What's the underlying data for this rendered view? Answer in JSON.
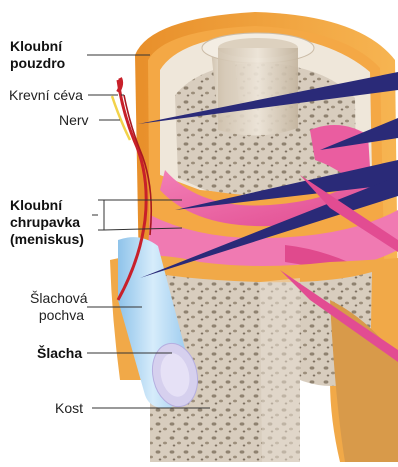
{
  "labels": {
    "joint_capsule_1": "Kloubní",
    "joint_capsule_2": "pouzdro",
    "blood_vessel": "Krevní céva",
    "nerve": "Nerv",
    "cartilage_1": "Kloubní",
    "cartilage_2": "chrupavka",
    "cartilage_3": "(meniskus)",
    "tendon_sheath_1": "Šlachová",
    "tendon_sheath_2": "pochva",
    "tendon": "Šlacha",
    "bone": "Kost"
  },
  "colors": {
    "capsule": "#f0a33a",
    "capsule_dark": "#c9761d",
    "cartilage": "#ec5fa0",
    "bone": "#d8cdbe",
    "bone_pore": "#8f8270",
    "tendon": "#b9dcf4",
    "vessel": "#c8202a",
    "nerve": "#f2d24a",
    "needle": "#2a2a78"
  }
}
